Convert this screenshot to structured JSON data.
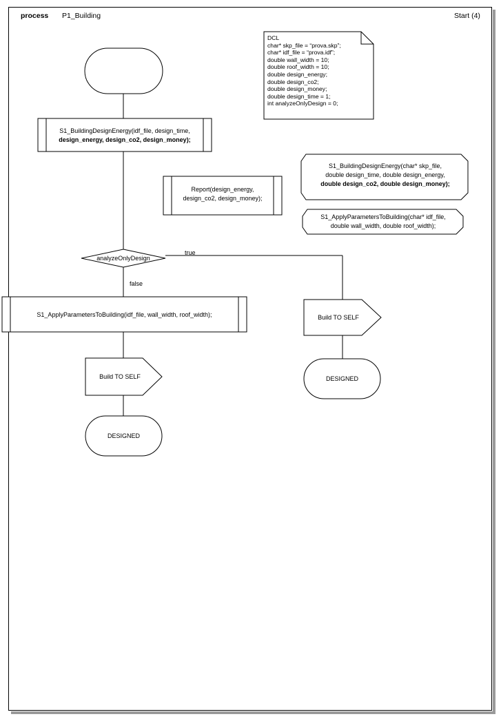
{
  "header": {
    "keyword": "process",
    "name": "P1_Building",
    "start_label": "Start (4)"
  },
  "diagram": {
    "type": "flowchart",
    "title": "P1_Building",
    "note": {
      "name": "dcl-note",
      "title": "DCL",
      "lines": [
        "DCL",
        "char* skp_file = “prova.skp”;",
        "char* idf_file = “prova.idf”;",
        "double wall_width = 10;",
        "double roof_width = 10;",
        "double design_energy;",
        "double design_co2;",
        "double design_money;",
        "double design_time = 1;",
        "int analyzeOnlyDesign = 0;"
      ]
    },
    "nodes": {
      "start": {
        "shape": "terminator",
        "label": ""
      },
      "call_building_design_energy": {
        "shape": "predefined-process",
        "line1": "S1_BuildingDesignEnergy(idf_file, design_time,",
        "line2": "design_energy, design_co2, design_money);"
      },
      "call_report": {
        "shape": "predefined-process",
        "line1": "Report(design_energy,",
        "line2": "design_co2, design_money);"
      },
      "decision": {
        "shape": "diamond",
        "label": "analyzeOnlyDesign",
        "edge_true": "true",
        "edge_false": "false"
      },
      "call_apply_parameters": {
        "shape": "predefined-process",
        "line1": "S1_ApplyParametersToBuilding(idf_file, wall_width, roof_width);"
      },
      "build_to_self_false": {
        "shape": "pentagon-arrow",
        "label": "Build TO SELF"
      },
      "designed_false": {
        "shape": "terminator",
        "label": "DESIGNED"
      },
      "build_to_self_true": {
        "shape": "pentagon-arrow",
        "label": "Build TO SELF"
      },
      "designed_true": {
        "shape": "terminator",
        "label": "DESIGNED"
      }
    },
    "annotations": [
      {
        "name": "signature-building-design-energy",
        "shape": "banner",
        "line1": "S1_BuildingDesignEnergy(char* skp_file,",
        "line2": "double design_time, double design_energy,",
        "line3": "double design_co2, double design_money);"
      },
      {
        "name": "signature-apply-parameters-to-building",
        "shape": "banner",
        "line1": "S1_ApplyParametersToBuilding(char* idf_file,",
        "line2": "double wall_width, double roof_width);"
      }
    ],
    "colors": {
      "stroke": "#000000",
      "background": "#ffffff",
      "shadow": "#9a9a9a"
    }
  }
}
